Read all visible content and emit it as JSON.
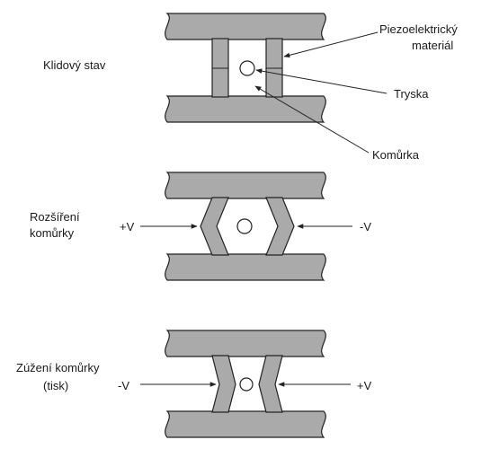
{
  "states": {
    "rest": {
      "label": "Klidový stav",
      "piezo_label_line1": "Piezoelektrický",
      "piezo_label_line2": "materiál",
      "nozzle_label": "Tryska",
      "chamber_label": "Komůrka"
    },
    "expansion": {
      "label_line1": "Rozšíření",
      "label_line2": "komůrky",
      "left_voltage": "+V",
      "right_voltage": "-V"
    },
    "compression": {
      "label_line1": "Zúžení komůrky",
      "label_line2": "(tisk)",
      "left_voltage": "-V",
      "right_voltage": "+V"
    }
  },
  "colors": {
    "material": "#aaaaaa",
    "outline": "#222222",
    "background": "#ffffff"
  }
}
